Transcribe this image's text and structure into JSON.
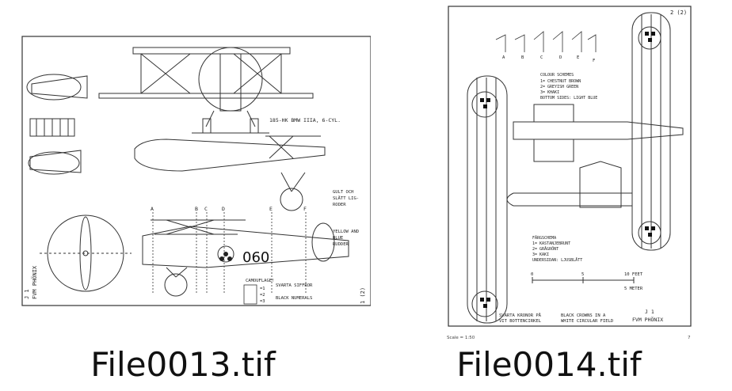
{
  "files": [
    {
      "name": "File0013.tif",
      "drawing": {
        "engine_label": "185-HK BMW IIIA, 6-CYL.",
        "station_labels": [
          "A",
          "B",
          "C",
          "D",
          "E",
          "F"
        ],
        "serial": "060",
        "note_yellow_top": "GULT OCH",
        "note_yellow_2": "SLÄTT LIG-",
        "note_yellow_3": "RODER",
        "note_yellow_en": "YELLOW AND",
        "note_yellow_en2": "BLUE",
        "note_yellow_en3": "RUDDER",
        "camo_title": "CAMOUFLAGE!",
        "camo_items": [
          "=1",
          "=2",
          "=3"
        ],
        "svarta": "SVARTA SIFFROR",
        "black_numerals": "BLACK NUMERALS",
        "side_title_1": "J 1",
        "side_title_2": "FVM PHÖNIX",
        "sheet_no": "1 (2)"
      }
    },
    {
      "name": "File0014.tif",
      "drawing": {
        "sheet_no": "2 (2)",
        "station_labels": [
          "A",
          "B",
          "C",
          "D",
          "E",
          "F"
        ],
        "colour_title": "COLOUR SCHEMES",
        "colour_items": [
          "1= CHESTNUT BROWN",
          "2= GREYISH GREEN",
          "3= KHAKI",
          "BOTTOM SIDES: LIGHT BLUE"
        ],
        "farg_title": "FÄRGSCHEMA",
        "farg_items": [
          "1= KASTANJEBRUNT",
          "2= GRÅGRÖNT",
          "3= KAKI",
          "UNDERSIDAN: LJUSBLÅTT"
        ],
        "scale_feet": "10 FEET",
        "scale_meter": "5 METER",
        "scale_ticks": [
          "0",
          "5"
        ],
        "crowns_sv": "SVARTA KRONOR PÅ",
        "crowns_sv2": "VIT BOTTENCIRKEL",
        "crowns_en": "BLACK CROWNS IN A",
        "crowns_en2": "WHITE CIRCULAR FIELD",
        "title_1": "J 1",
        "title_2": "FVM PHÖNIX",
        "scale_note": "Scale = 1:50",
        "page_no": "7"
      }
    }
  ]
}
